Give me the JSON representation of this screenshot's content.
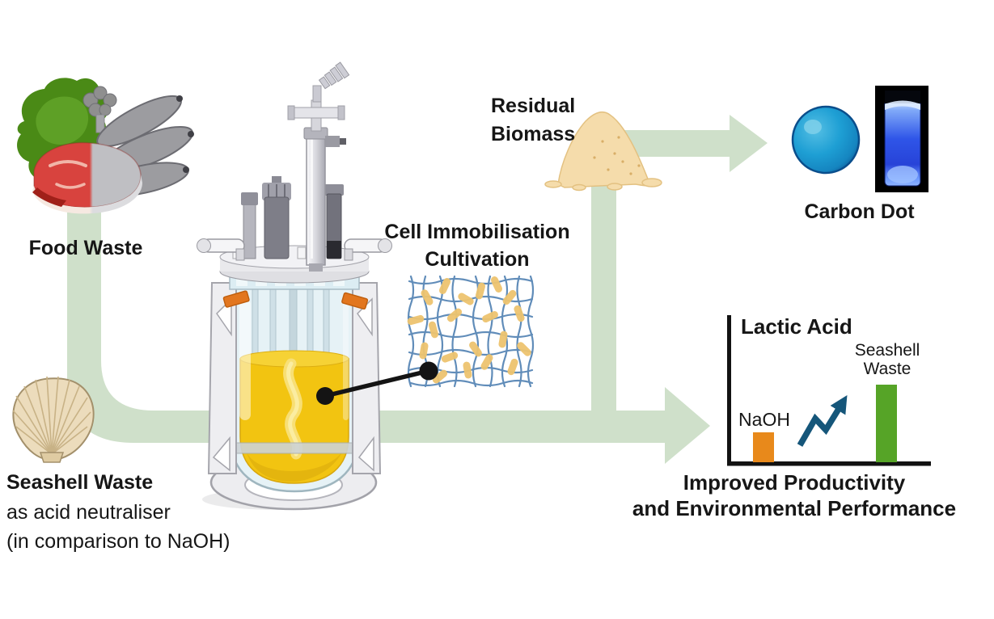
{
  "nodes": {
    "food_waste": {
      "label": "Food Waste"
    },
    "seashell_waste": {
      "title": "Seashell Waste",
      "subtitle1": "as acid neutraliser",
      "subtitle2": "(in comparison to NaOH)"
    },
    "cell_immobilisation": {
      "line1": "Cell Immobilisation",
      "line2": "Cultivation"
    },
    "residual_biomass": {
      "line1": "Residual",
      "line2": "Biomass"
    },
    "carbon_dot": {
      "label": "Carbon Dot"
    },
    "outcome": {
      "line1": "Improved Productivity",
      "line2": "and Environmental Performance"
    }
  },
  "chart_data": {
    "type": "bar",
    "title": "Lactic Acid",
    "categories": [
      "NaOH",
      "Seashell Waste"
    ],
    "values_relative": [
      0.39,
      1.0
    ],
    "bar_colors": [
      "#E8891B",
      "#56A427"
    ],
    "trend_arrow_color": "#15567A",
    "axis_color": "#121212",
    "xlabel": "",
    "ylabel": "",
    "legend": "none",
    "grid": "off"
  },
  "colors": {
    "flow_arrow_green": "#CFE0CA",
    "text": "#161616",
    "liquid_yellow": "#F2C411",
    "mesh_blue": "#4579AD",
    "cell_capsule_tan": "#EEC46F",
    "carbon_dot_blue": "#1E9FD4"
  }
}
